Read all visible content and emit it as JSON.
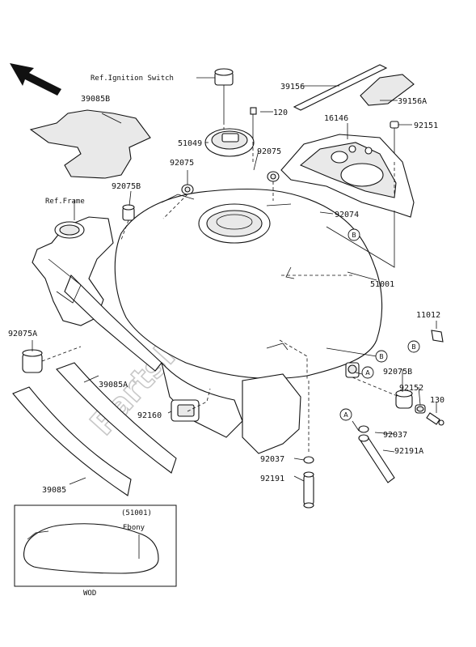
{
  "watermark": "PartsRepublik",
  "refs": {
    "ignition_switch": "Ref.Ignition Switch",
    "frame": "Ref.Frame"
  },
  "part_numbers": {
    "p39085B": "39085B",
    "p39156": "39156",
    "p39156A": "39156A",
    "p120": "120",
    "p16146": "16146",
    "p92151": "92151",
    "p51049": "51049",
    "p92075_top": "92075",
    "p92075_left": "92075",
    "p92075B_left": "92075B",
    "p92074": "92074",
    "p51001": "51001",
    "p92075A": "92075A",
    "p11012": "11012",
    "p92075B_right": "92075B",
    "p92152": "92152",
    "p130": "130",
    "p39085A": "39085A",
    "p92160": "92160",
    "p92037_right": "92037",
    "p92191A": "92191A",
    "p92037_bottom": "92037",
    "p92191": "92191",
    "p39085": "39085"
  },
  "callouts": {
    "a_lower": "A",
    "a_right": "A",
    "b_tank": "B",
    "b_right": "B",
    "b_bracket": "B"
  },
  "inset": {
    "part": "(51001)",
    "color": "Ebony",
    "caption": "WOD"
  }
}
